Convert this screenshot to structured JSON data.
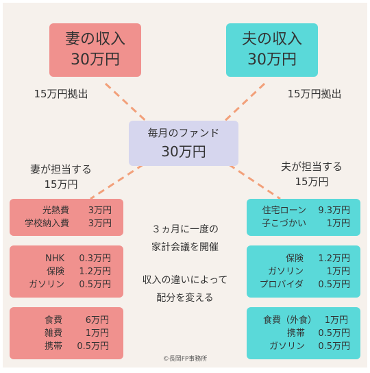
{
  "wife_income": {
    "title": "妻の収入",
    "amount": "30万円"
  },
  "husband_income": {
    "title": "夫の収入",
    "amount": "30万円"
  },
  "wife_contribution": "15万円拠出",
  "husband_contribution": "15万円拠出",
  "fund": {
    "title": "毎月のファンド",
    "amount": "30万円"
  },
  "wife_share": {
    "line1": "妻が担当する",
    "line2": "15万円"
  },
  "husband_share": {
    "line1": "夫が担当する",
    "line2": "15万円"
  },
  "wife_boxes": [
    [
      {
        "item": "光熱費",
        "amount": "3万円"
      },
      {
        "item": "学校納入費",
        "amount": "3万円"
      }
    ],
    [
      {
        "item": "NHK",
        "amount": "0.3万円"
      },
      {
        "item": "保険",
        "amount": "1.2万円"
      },
      {
        "item": "ガソリン",
        "amount": "0.5万円"
      }
    ],
    [
      {
        "item": "食費",
        "amount": "6万円"
      },
      {
        "item": "雑費",
        "amount": "1万円"
      },
      {
        "item": "携帯",
        "amount": "0.5万円"
      }
    ]
  ],
  "husband_boxes": [
    [
      {
        "item": "住宅ローン",
        "amount": "9.3万円"
      },
      {
        "item": "子こづかい",
        "amount": "1万円"
      }
    ],
    [
      {
        "item": "保険",
        "amount": "1.2万円"
      },
      {
        "item": "ガソリン",
        "amount": "1万円"
      },
      {
        "item": "プロバイダ",
        "amount": "0.5万円"
      }
    ],
    [
      {
        "item": "食費（外食）",
        "amount": "1万円"
      },
      {
        "item": "携帯",
        "amount": "0.5万円"
      },
      {
        "item": "ガソリン",
        "amount": "0.5万円"
      }
    ]
  ],
  "center_notes": {
    "line1": "３ヵ月に一度の",
    "line2": "家計会議を開催",
    "line3": "収入の違いによって",
    "line4": "配分を変える"
  },
  "copyright": "©長岡FP事務所",
  "colors": {
    "wife": "#f0918e",
    "husband": "#5ad9d9",
    "fund": "#d6d6ee",
    "connector": "#f2a07a",
    "background": "#f6f1ec"
  }
}
